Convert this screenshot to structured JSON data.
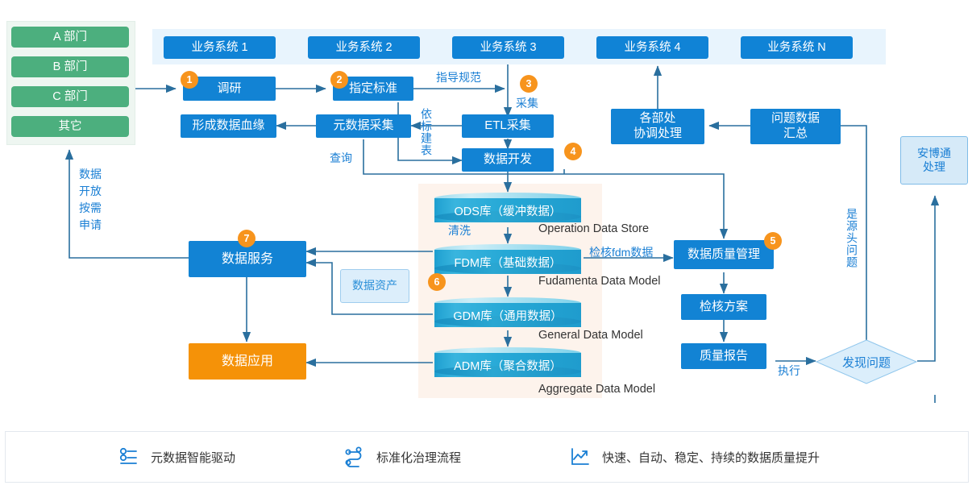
{
  "departments": {
    "items": [
      {
        "label": "A 部门"
      },
      {
        "label": "B 部门"
      },
      {
        "label": "C 部门"
      },
      {
        "label": "其它"
      }
    ],
    "feedback_label_lines": [
      "数据",
      "开放",
      "按需",
      "申请"
    ]
  },
  "business_systems": [
    {
      "label": "业务系统 1"
    },
    {
      "label": "业务系统 2"
    },
    {
      "label": "业务系统 3"
    },
    {
      "label": "业务系统 4"
    },
    {
      "label": "业务系统 N"
    }
  ],
  "process": {
    "research": "调研",
    "standard": "指定标准",
    "etl": "ETL采集",
    "data_dev": "数据开发",
    "meta_collect": "元数据采集",
    "lineage": "形成数据血缘",
    "dept_coord": "各部处\n协调处理",
    "dept_coord_line1": "各部处",
    "dept_coord_line2": "协调处理",
    "issue_summary_line1": "问题数据",
    "issue_summary_line2": "汇总",
    "anbotong_line1": "安博通",
    "anbotong_line2": "处理",
    "data_service": "数据服务",
    "data_app": "数据应用",
    "data_asset": "数据资产",
    "quality_mgmt": "数据质量管理",
    "check_plan": "检核方案",
    "quality_report": "质量报告",
    "found_issue": "发现问题"
  },
  "edge_labels": {
    "guide_spec": "指导规范",
    "collect": "采集",
    "by_standard_build_table": "依标建表",
    "query": "查询",
    "clean": "清洗",
    "check_fdm": "检核fdm数据",
    "execute": "执行",
    "is_source_issue": "是源头问题"
  },
  "databases": [
    {
      "label": "ODS库（缓冲数据）",
      "english": "Operation Data Store"
    },
    {
      "label": "FDM库（基础数据）",
      "english": "Fudamenta Data Model"
    },
    {
      "label": "GDM库（通用数据）",
      "english": "General Data Model"
    },
    {
      "label": "ADM库（聚合数据）",
      "english": "Aggregate Data Model"
    }
  ],
  "badges": [
    "1",
    "2",
    "3",
    "4",
    "5",
    "6",
    "7"
  ],
  "legend": [
    {
      "icon": "sliders-icon",
      "label": "元数据智能驱动"
    },
    {
      "icon": "workflow-icon",
      "label": "标准化治理流程"
    },
    {
      "icon": "trending-chart-icon",
      "label": "快速、自动、稳定、持续的数据质量提升"
    }
  ],
  "colors": {
    "blue": "#1283d4",
    "green": "#4caf7e",
    "orange": "#f59208",
    "badge_orange": "#f7941d",
    "light_blue_box": "#d6eaf8",
    "pink_band": "#fdf3ec",
    "sys_band": "#e8f4fd",
    "line": "#2a6f9e"
  }
}
